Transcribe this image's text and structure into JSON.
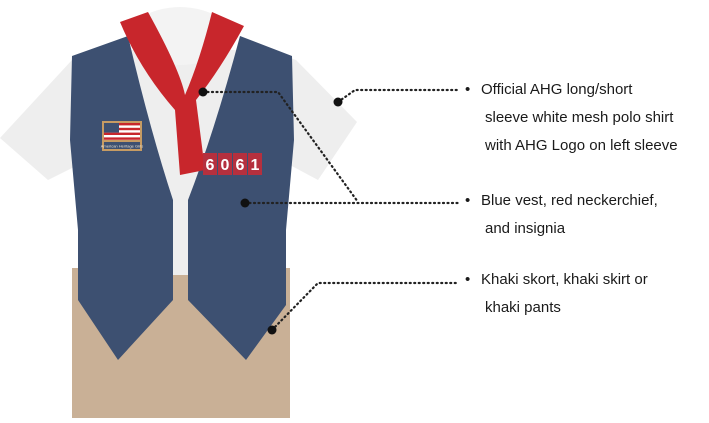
{
  "flag_patch_text": "American Heritage Girls",
  "troop_number": [
    "6",
    "0",
    "6",
    "1"
  ],
  "callouts": [
    {
      "lines": [
        "Official AHG long/short",
        "sleeve white mesh polo shirt",
        "with AHG Logo on left sleeve"
      ]
    },
    {
      "lines": [
        "Blue vest, red neckerchief,",
        "and insignia"
      ]
    },
    {
      "lines": [
        "Khaki skort, khaki skirt or",
        "khaki pants"
      ]
    }
  ],
  "colors": {
    "vest": "#3d5071",
    "shirt": "#eeeeee",
    "neckerchief": "#c8262c",
    "skirt": "#c9b096",
    "troop_patch": "#b5303e",
    "leader_dots": "#222222"
  }
}
